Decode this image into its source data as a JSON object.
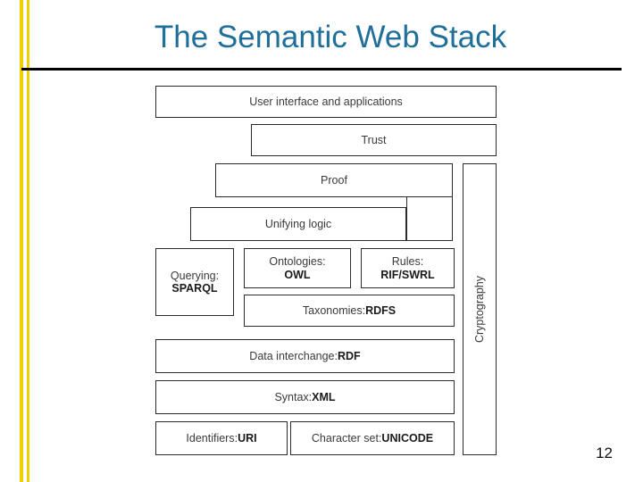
{
  "slide": {
    "title": "The Semantic Web Stack",
    "page_number": "12",
    "accent_bar_color": "#f2d000",
    "title_color": "#1f6f9a",
    "rule_color": "#000000"
  },
  "diagram": {
    "name": "semantic-web-stack",
    "boxes": [
      {
        "id": "user-interface",
        "label": "User interface and applications",
        "bold": ""
      },
      {
        "id": "trust",
        "label": "Trust",
        "bold": ""
      },
      {
        "id": "proof",
        "label": "Proof",
        "bold": ""
      },
      {
        "id": "unifying-logic",
        "label": "Unifying logic",
        "bold": ""
      },
      {
        "id": "querying-sparql",
        "label": "Querying:",
        "bold": "SPARQL"
      },
      {
        "id": "ontologies-owl",
        "label": "Ontologies:",
        "bold": "OWL"
      },
      {
        "id": "rules-rif-swrl",
        "label": "Rules:",
        "bold": "RIF/SWRL"
      },
      {
        "id": "taxonomies-rdfs",
        "label": "Taxonomies: ",
        "bold": "RDFS"
      },
      {
        "id": "data-interchange-rdf",
        "label": "Data interchange: ",
        "bold": "RDF"
      },
      {
        "id": "syntax-xml",
        "label": "Syntax: ",
        "bold": "XML"
      },
      {
        "id": "identifiers-uri",
        "label": "Identifiers: ",
        "bold": "URI"
      },
      {
        "id": "character-set-unicode",
        "label": "Character set: ",
        "bold": "UNICODE"
      },
      {
        "id": "cryptography",
        "label": "Cryptography",
        "bold": ""
      }
    ]
  }
}
